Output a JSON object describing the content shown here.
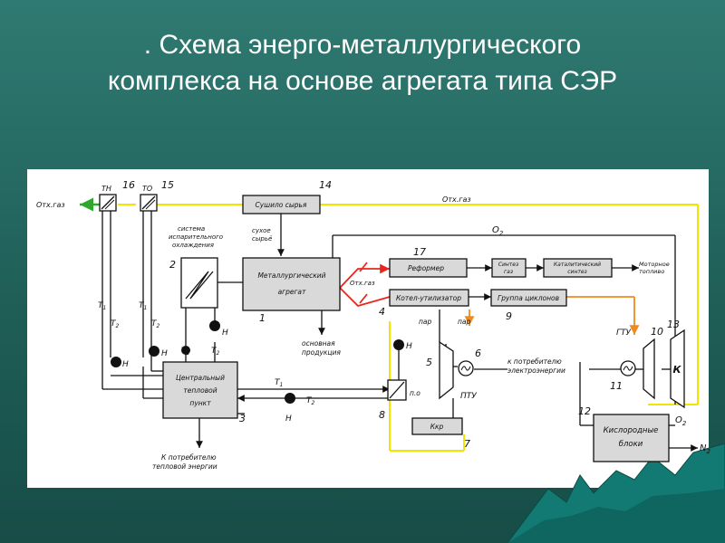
{
  "title": {
    "line1": ". Схема энерго-металлургического",
    "line2": "комплекса на основе агрегата типа СЭР"
  },
  "blocks": {
    "sushilo": "Сушило сырья",
    "metal_line1": "Металлургический",
    "metal_line2": "агрегат",
    "reformer": "Реформер",
    "sintez_gaz_1": "Синтез",
    "sintez_gaz_2": "газ",
    "kat_sintez_1": "Каталитический",
    "kat_sintez_2": "синтез",
    "kotel": "Котел-утилизатор",
    "gruppa": "Группа циклонов",
    "centr_1": "Центральный",
    "centr_2": "тепловой",
    "centr_3": "пункт",
    "kkr": "Ккр",
    "kislorod_1": "Кислородные",
    "kislorod_2": "блоки",
    "k": "К"
  },
  "labels": {
    "othgaz_left": "Отх.газ",
    "othgaz_right": "Отх.газ",
    "othgaz_mid": "Отх.газ",
    "o2_top": "O",
    "o2_right": "O",
    "o2_sub": "2",
    "sistema_1": "система",
    "sistema_2": "испарительного",
    "sistema_3": "охлаждения",
    "suhoe_1": "сухое",
    "suhoe_2": "сырьё",
    "motor_1": "Моторное",
    "motor_2": "топливо",
    "osn_1": "основная",
    "osn_2": "продукция",
    "par1": "пар",
    "par2": "пар",
    "potreb_el_1": "к потребителю",
    "potreb_el_2": "электроэнергии",
    "potreb_tep_1": "К потребителю",
    "potreb_tep_2": "тепловой энергии",
    "gtu": "ГТУ",
    "ptu": "ПТУ",
    "tn": "ТН",
    "to": "ТО",
    "n2": "N",
    "n2_sub": "2",
    "t1": "T",
    "t2": "T",
    "t_sub1": "1",
    "t_sub2": "2",
    "n": "Н",
    "po": "п.о"
  },
  "numbers": [
    "1",
    "2",
    "3",
    "4",
    "5",
    "6",
    "7",
    "8",
    "9",
    "10",
    "11",
    "12",
    "13",
    "14",
    "15",
    "16",
    "17"
  ],
  "colors": {
    "background": "#1f5f58",
    "panel": "#ffffff",
    "yellow_line": "#f2e600",
    "red_line": "#e8261d",
    "green_arrow": "#2ea82c",
    "orange_line": "#f08a1d",
    "block_fill": "#d9d9d9"
  }
}
